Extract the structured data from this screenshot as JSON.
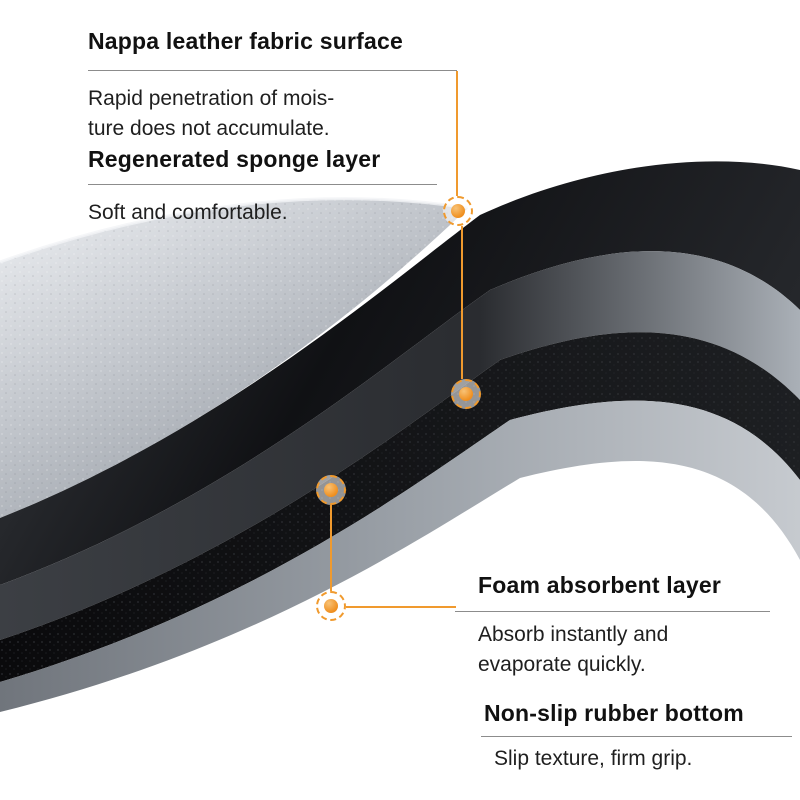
{
  "colors": {
    "background": "#FFFFFF",
    "accent_orange": "#F09A2E",
    "underline_gray": "#8C8C8C",
    "title_text": "#111111",
    "body_text": "#1F1F1F",
    "fabric_gray": "#C3C7CD",
    "sponge_black": "#101114",
    "foam_black": "#0A0A0C",
    "bottom_gray": "#9AA0A7"
  },
  "callouts": {
    "fabric": {
      "title": "Nappa leather fabric surface",
      "desc1": "Rapid penetration of mois-",
      "desc2": "ture does not accumulate."
    },
    "sponge": {
      "title": "Regenerated sponge layer",
      "desc1": "Soft and comfortable."
    },
    "foam": {
      "title": "Foam absorbent layer",
      "desc1": "Absorb instantly and",
      "desc2": "evaporate quickly."
    },
    "rubber": {
      "title": "Non-slip rubber bottom",
      "desc1": "Slip texture, firm grip."
    }
  },
  "markers": [
    {
      "name": "marker-fabric-surface"
    },
    {
      "name": "marker-sponge-layer"
    },
    {
      "name": "marker-foam-layer"
    },
    {
      "name": "marker-rubber-bottom"
    }
  ]
}
